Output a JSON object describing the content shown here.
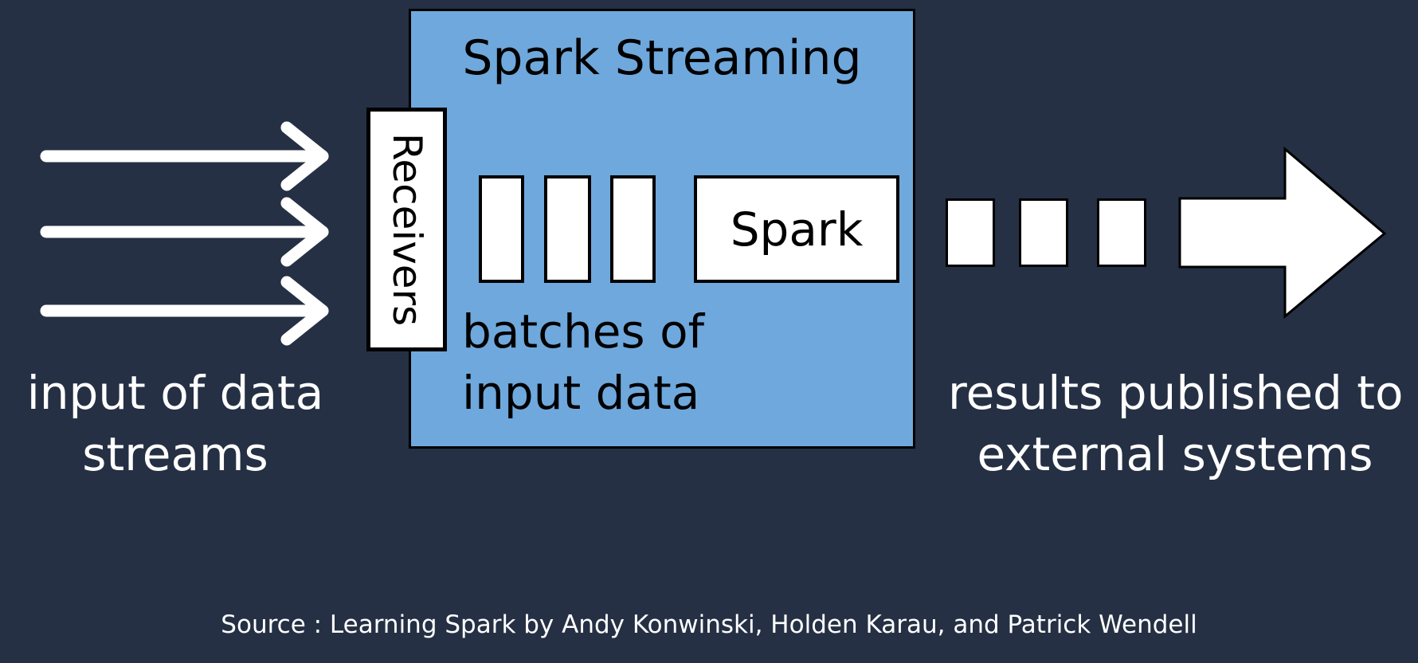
{
  "diagram": {
    "title": "Spark Streaming",
    "receivers_label": "Receivers",
    "engine_label": "Spark",
    "batches_label_line1": "batches of",
    "batches_label_line2": "input data",
    "input_label_line1": "input of data",
    "input_label_line2": "streams",
    "output_label_line1": "results published to",
    "output_label_line2": "external systems",
    "source": "Source : Learning Spark by Andy Konwinski, Holden Karau, and Patrick Wendell",
    "input_arrow_count": 3,
    "input_batch_count": 3,
    "output_block_count": 3
  },
  "colors": {
    "background": "#253044",
    "box_fill": "#6fa8dc",
    "outline": "#000000",
    "white": "#ffffff"
  },
  "icons": [
    "arrow-right-icon",
    "large-arrow-right-icon"
  ]
}
